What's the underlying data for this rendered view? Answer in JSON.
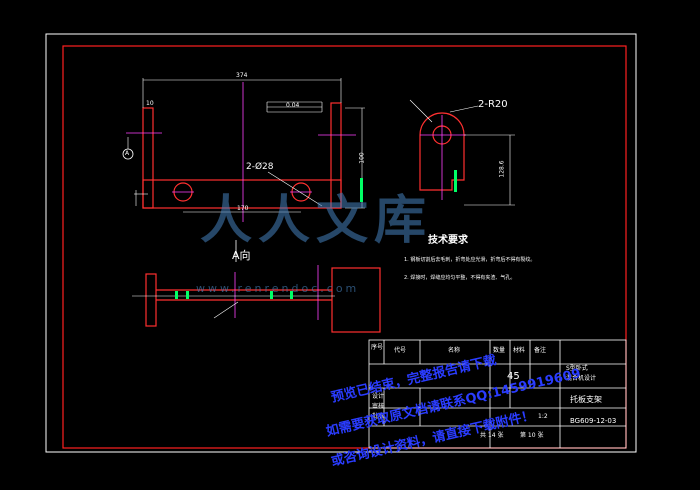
{
  "drawing": {
    "views": {
      "section_label": "A向",
      "dim_overall_width": "374",
      "dim_hole_spacing": "170",
      "dim_plate_thickness": "10",
      "dim_height": "100",
      "hole_note_front": "2-Ø28",
      "hole_note_side": "2-R20",
      "dim_side_height": "128.6",
      "flatness_box": "0.04",
      "datum_marker": "A"
    },
    "technical_requirements": {
      "title": "技术要求",
      "line1": "1. 钢板切割后去毛刺，折弯处应光滑，折弯后不得有裂纹。",
      "line2": "2. 焊接时，焊缝应均匀平整，不得有夹渣、气孔。"
    },
    "title_block": {
      "col_seq": "序号",
      "col_code": "代号",
      "col_name": "名称",
      "col_qty": "数量",
      "col_material": "材料",
      "col_remark": "备注",
      "material": "45",
      "school_line1": "S型卧式",
      "school_line2": "混合机设计",
      "part_name": "托板支架",
      "scale": "1:2",
      "sheet_total": "共 14 张",
      "sheet_no": "第 10 张",
      "drawing_no": "BG609-12-03",
      "role_design": "设计",
      "role_check": "审核",
      "role_approve": "批准"
    }
  },
  "watermark": {
    "brand": "人人文库",
    "url": "www.renrendoc.com",
    "line1": "预览已结束，完整报告请下载",
    "line2": "如需要获取原文档请联系QQ:1459919609",
    "line3": "或咨询设计资料，请直接下载附件！"
  }
}
